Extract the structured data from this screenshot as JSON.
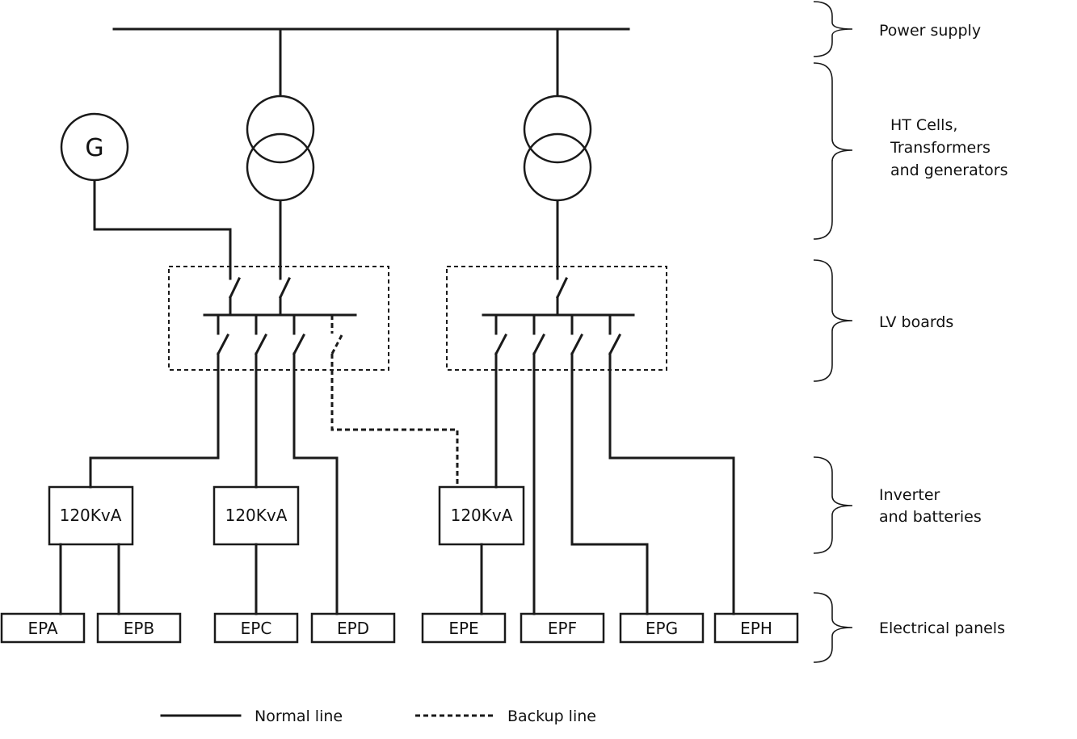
{
  "generator": {
    "symbol": "G"
  },
  "inverters": [
    {
      "label": "120KvA"
    },
    {
      "label": "120KvA"
    },
    {
      "label": "120KvA"
    }
  ],
  "panels": [
    {
      "label": "EPA"
    },
    {
      "label": "EPB"
    },
    {
      "label": "EPC"
    },
    {
      "label": "EPD"
    },
    {
      "label": "EPE"
    },
    {
      "label": "EPF"
    },
    {
      "label": "EPG"
    },
    {
      "label": "EPH"
    }
  ],
  "levels": {
    "power_supply": "Power supply",
    "ht_line1": "HT Cells,",
    "ht_line2": "Transformers",
    "ht_line3": "and generators",
    "lv_boards": "LV boards",
    "inverter_line1": "Inverter",
    "inverter_line2": "and batteries",
    "electrical_panels": "Electrical panels"
  },
  "legend": {
    "normal": "Normal line",
    "backup": "Backup line"
  }
}
